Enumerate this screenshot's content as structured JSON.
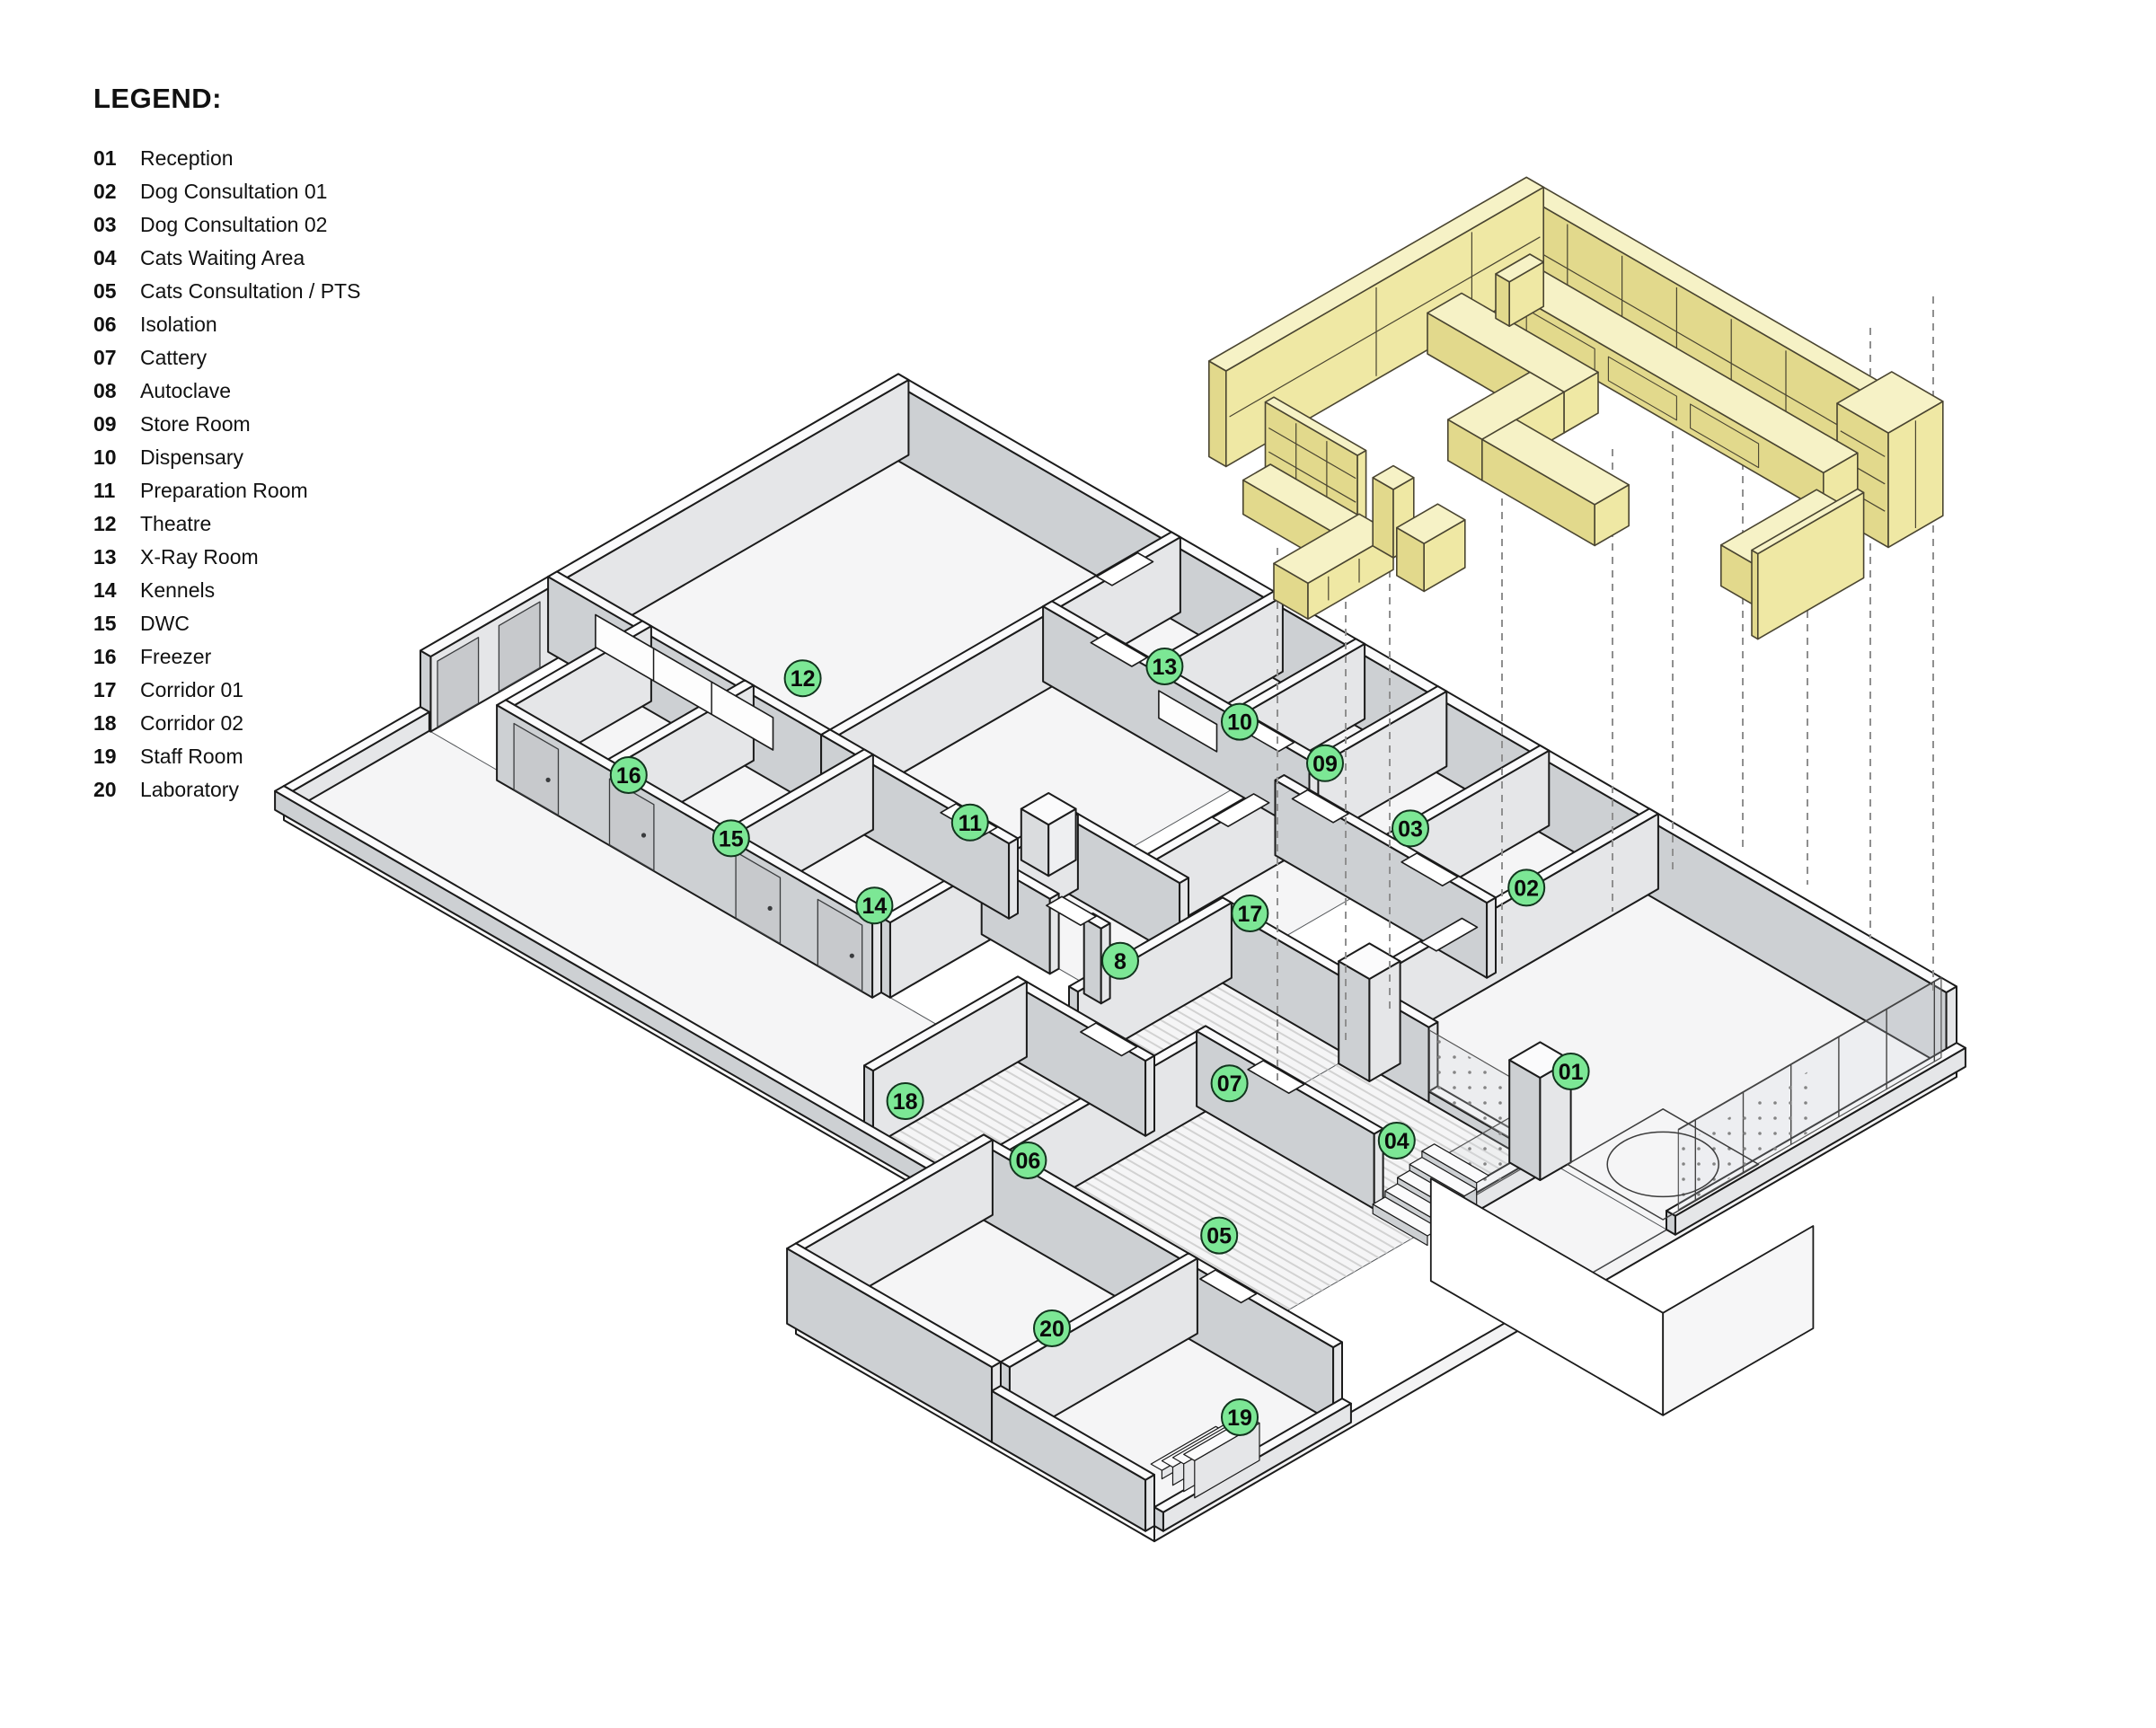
{
  "legend": {
    "title": "LEGEND:",
    "items": [
      {
        "num": "01",
        "label": "Reception"
      },
      {
        "num": "02",
        "label": "Dog Consultation 01"
      },
      {
        "num": "03",
        "label": "Dog Consultation 02"
      },
      {
        "num": "04",
        "label": "Cats Waiting Area"
      },
      {
        "num": "05",
        "label": "Cats Consultation / PTS"
      },
      {
        "num": "06",
        "label": "Isolation"
      },
      {
        "num": "07",
        "label": "Cattery"
      },
      {
        "num": "08",
        "label": "Autoclave"
      },
      {
        "num": "09",
        "label": "Store Room"
      },
      {
        "num": "10",
        "label": "Dispensary"
      },
      {
        "num": "11",
        "label": "Preparation Room"
      },
      {
        "num": "12",
        "label": "Theatre"
      },
      {
        "num": "13",
        "label": "X-Ray Room"
      },
      {
        "num": "14",
        "label": "Kennels"
      },
      {
        "num": "15",
        "label": "DWC"
      },
      {
        "num": "16",
        "label": "Freezer"
      },
      {
        "num": "17",
        "label": "Corridor 01"
      },
      {
        "num": "18",
        "label": "Corridor 02"
      },
      {
        "num": "19",
        "label": "Staff Room"
      },
      {
        "num": "20",
        "label": "Laboratory"
      }
    ]
  },
  "markers": [
    {
      "num": "01",
      "x": 25.6,
      "y": 5.9
    },
    {
      "num": "02",
      "x": 20.3,
      "y": 1.9
    },
    {
      "num": "03",
      "x": 17.1,
      "y": 2.1
    },
    {
      "num": "04",
      "x": 24.8,
      "y": 10.2
    },
    {
      "num": "05",
      "x": 24.6,
      "y": 15.2
    },
    {
      "num": "06",
      "x": 19.9,
      "y": 16.1
    },
    {
      "num": "07",
      "x": 20.9,
      "y": 11.2
    },
    {
      "num": "8",
      "x": 16.2,
      "y": 9.7
    },
    {
      "num": "09",
      "x": 14.2,
      "y": 1.7
    },
    {
      "num": "10",
      "x": 11.9,
      "y": 1.9
    },
    {
      "num": "11",
      "x": 10.5,
      "y": 8.4
    },
    {
      "num": "12",
      "x": 4.4,
      "y": 7.2
    },
    {
      "num": "13",
      "x": 9.4,
      "y": 1.6
    },
    {
      "num": "14",
      "x": 11.2,
      "y": 11.9
    },
    {
      "num": "15",
      "x": 7.4,
      "y": 12.3
    },
    {
      "num": "16",
      "x": 4.3,
      "y": 12.2
    },
    {
      "num": "17",
      "x": 16.9,
      "y": 6.6
    },
    {
      "num": "18",
      "x": 16.6,
      "y": 16.4
    },
    {
      "num": "19",
      "x": 29.5,
      "y": 19.5
    },
    {
      "num": "20",
      "x": 24.5,
      "y": 20.0
    }
  ],
  "colors": {
    "marker": "#7CE795",
    "markerStroke": "#12351E",
    "markerText": "#0B0B0B",
    "wallTop": "#FBFBFC",
    "wallA": "#E5E6E8",
    "wallB": "#CDD0D3",
    "floor": "#F5F5F6",
    "hatch": "#D2D2D2",
    "line": "#1B1B1B",
    "door": "#C7C9CC",
    "dash": "#8F8F8F",
    "glass": "#D3D8DD",
    "dots": "#848484",
    "furnTop": "#F6F2C6",
    "furnA": "#EFE8A4",
    "furnB": "#E2D98C",
    "furnStroke": "#4A4531"
  }
}
